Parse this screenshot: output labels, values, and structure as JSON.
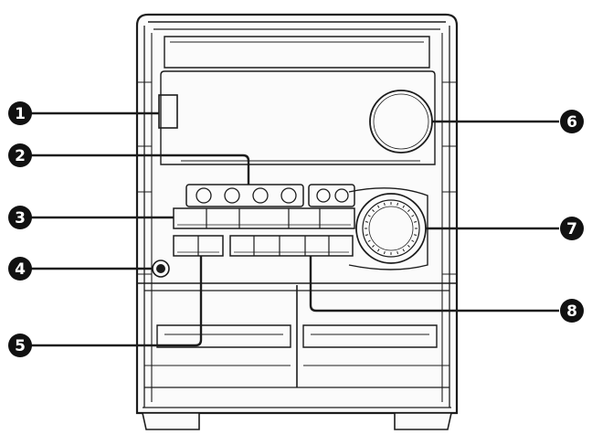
{
  "callouts": [
    {
      "id": "1",
      "label": "1"
    },
    {
      "id": "2",
      "label": "2"
    },
    {
      "id": "3",
      "label": "3"
    },
    {
      "id": "4",
      "label": "4"
    },
    {
      "id": "5",
      "label": "5"
    },
    {
      "id": "6",
      "label": "6"
    },
    {
      "id": "7",
      "label": "7"
    },
    {
      "id": "8",
      "label": "8"
    }
  ],
  "colors": {
    "line": "#1c1c1c",
    "callout_fill": "#111111",
    "callout_text": "#ffffff",
    "panel": "#fbfbfb"
  }
}
